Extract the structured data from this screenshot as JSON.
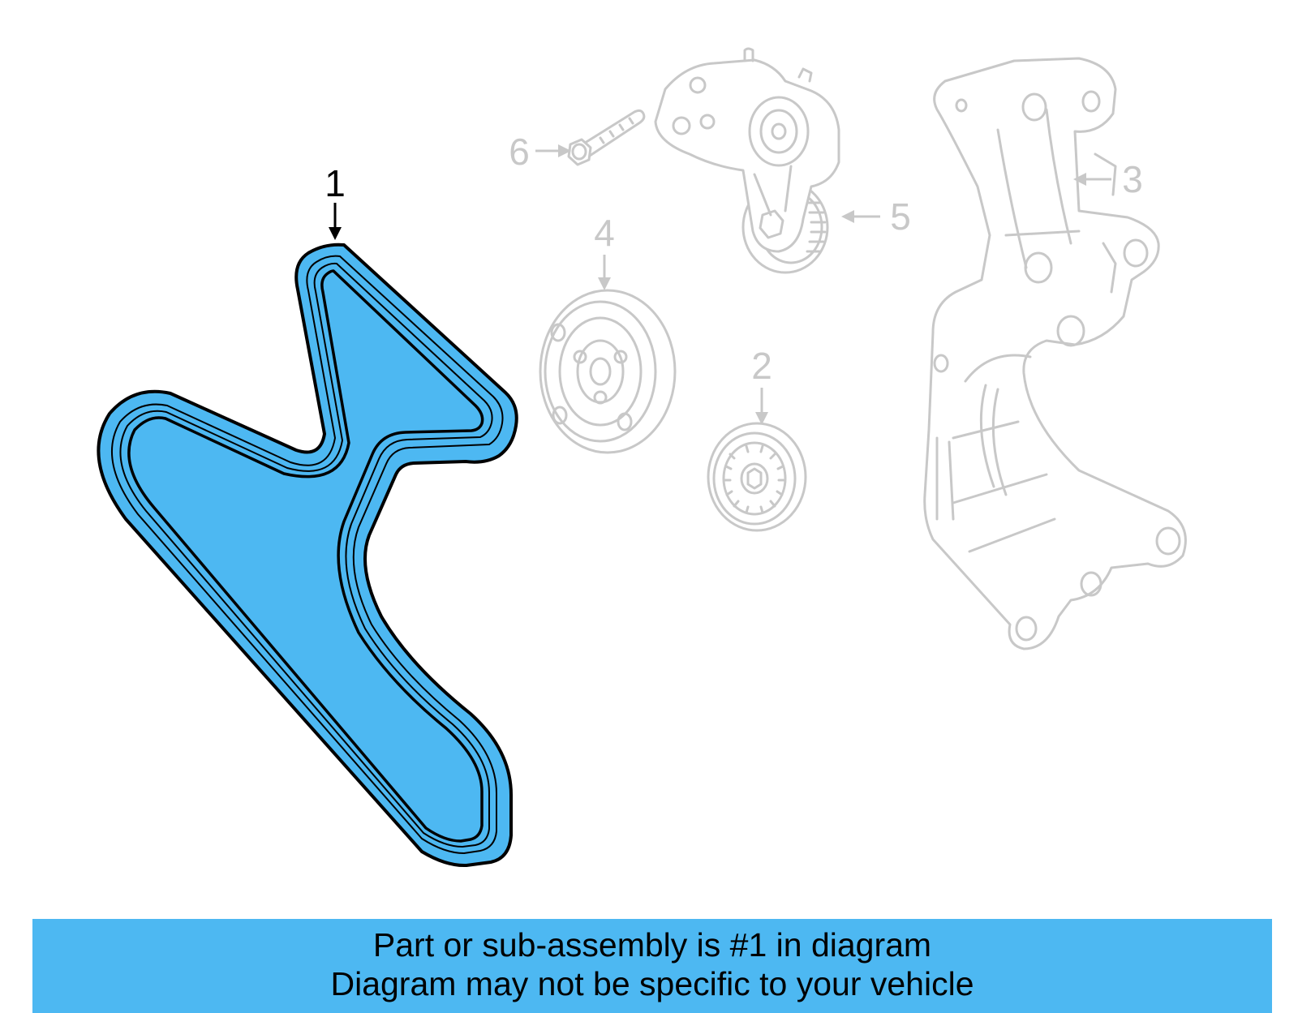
{
  "callouts": {
    "c1": "1",
    "c2": "2",
    "c3": "3",
    "c4": "4",
    "c5": "5",
    "c6": "6"
  },
  "highlight_color": "#4db8f2",
  "ghost_color": "#c8c8c8",
  "banner": {
    "line1": "Part or sub-assembly is #1 in diagram",
    "line2": "Diagram may not be specific to your vehicle"
  }
}
